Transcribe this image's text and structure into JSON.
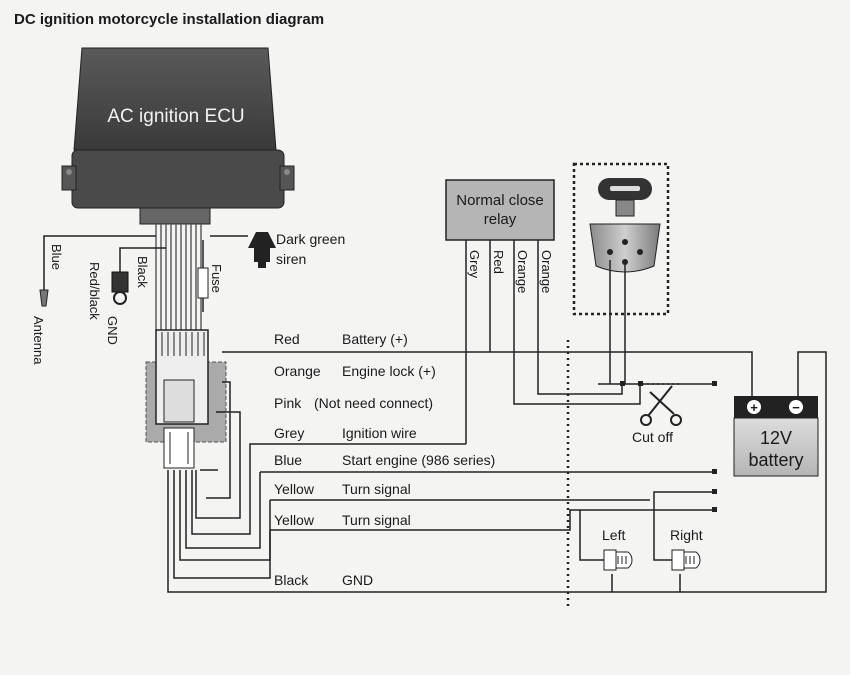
{
  "title": "DC ignition motorcycle installation diagram",
  "ecu": {
    "label": "AC ignition ECU"
  },
  "relay": {
    "line1": "Normal close",
    "line2": "relay"
  },
  "battery": {
    "plus": "+",
    "minus": "−",
    "line1": "12V",
    "line2": "battery"
  },
  "siren": {
    "line1": "Dark green",
    "line2": "siren"
  },
  "left_side": {
    "blue": "Blue",
    "antenna": "Antenna",
    "black": "Black",
    "red_black": "Red/black",
    "gnd": "GND",
    "fuse": "Fuse"
  },
  "relay_wires": [
    "Grey",
    "Red",
    "Orange",
    "Orange"
  ],
  "wires": [
    {
      "color": "Red",
      "function": "Battery (+)"
    },
    {
      "color": "Orange",
      "function": "Engine lock (+)"
    },
    {
      "color": "Pink",
      "function": "(Not need connect)"
    },
    {
      "color": "Grey",
      "function": "Ignition wire"
    },
    {
      "color": "Blue",
      "function": "Start engine (986 series)"
    },
    {
      "color": "Yellow",
      "function": "Turn signal"
    },
    {
      "color": "Yellow",
      "function": "Turn signal"
    },
    {
      "color": "Black",
      "function": "GND"
    }
  ],
  "cut_off": "Cut off",
  "lamps": {
    "left": "Left",
    "right": "Right"
  }
}
